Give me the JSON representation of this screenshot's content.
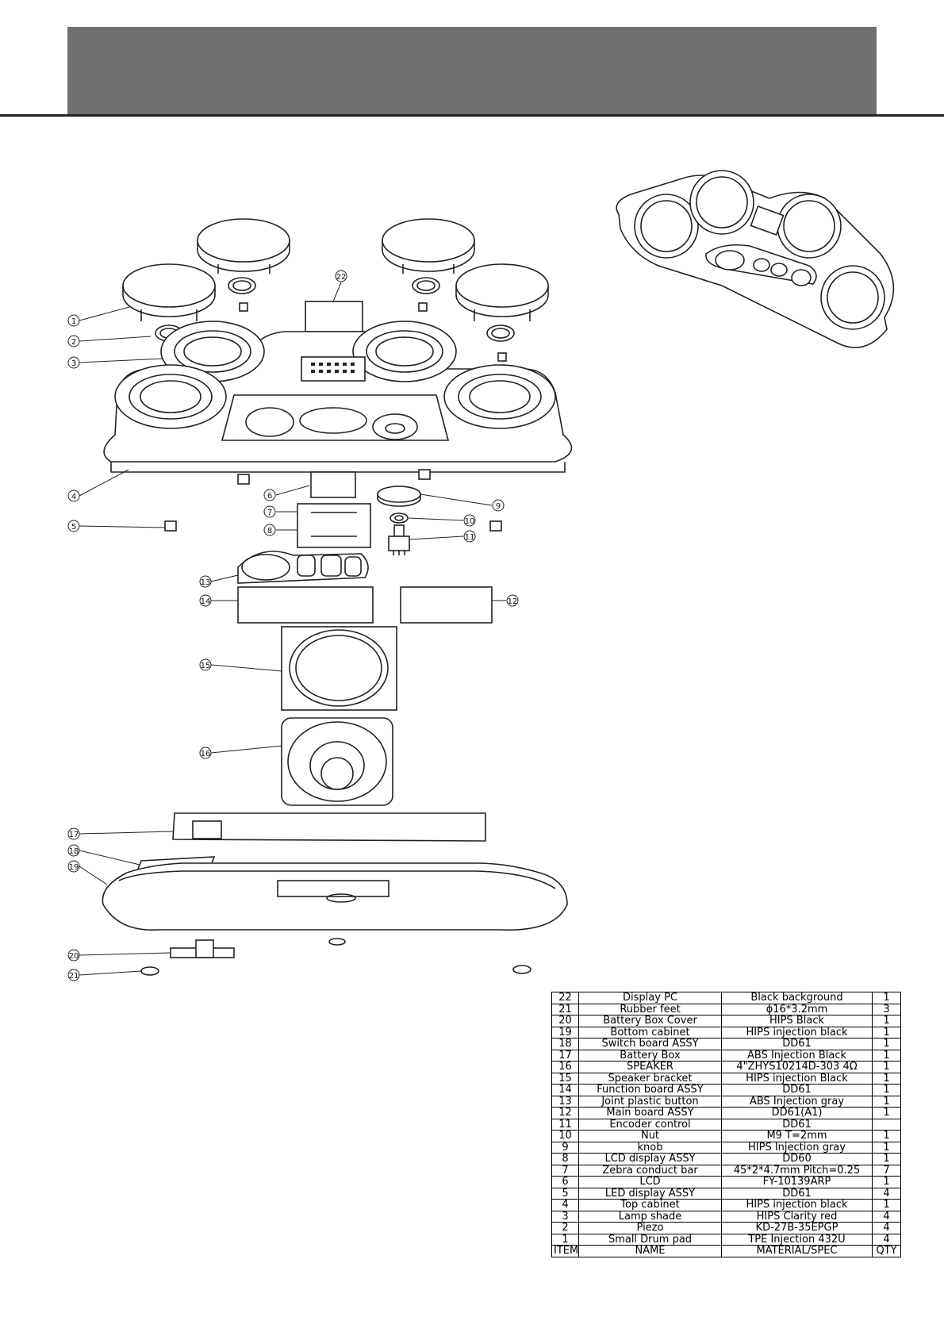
{
  "callouts": [
    "1",
    "2",
    "3",
    "4",
    "5",
    "6",
    "7",
    "8",
    "9",
    "10",
    "11",
    "12",
    "13",
    "14",
    "15",
    "16",
    "17",
    "18",
    "19",
    "20",
    "21",
    "22"
  ],
  "bom": {
    "header": {
      "item": "ITEM",
      "name": "NAME",
      "spec": "MATERIAL/SPEC",
      "qty": "QTY"
    },
    "rows": [
      {
        "item": "22",
        "name": "Display PC",
        "spec": "Black background",
        "qty": "1"
      },
      {
        "item": "21",
        "name": "Rubber feet",
        "spec": "ϕ16*3.2mm",
        "qty": "3"
      },
      {
        "item": "20",
        "name": "Battery Box Cover",
        "spec": "HIPS Black",
        "qty": "1"
      },
      {
        "item": "19",
        "name": "Bottom cabinet",
        "spec": "HIPS injection black",
        "qty": "1"
      },
      {
        "item": "18",
        "name": "Switch board ASSY",
        "spec": "DD61",
        "qty": "1"
      },
      {
        "item": "17",
        "name": "Battery Box",
        "spec": "ABS Injection Black",
        "qty": "1"
      },
      {
        "item": "16",
        "name": "SPEAKER",
        "spec": "4\"ZHYS10214D-303 4Ω",
        "qty": "1"
      },
      {
        "item": "15",
        "name": "Speaker bracket",
        "spec": "HIPS injection Black",
        "qty": "1"
      },
      {
        "item": "14",
        "name": "Function board ASSY",
        "spec": "DD61",
        "qty": "1"
      },
      {
        "item": "13",
        "name": "Joint plastic button",
        "spec": "ABS Injection gray",
        "qty": "1"
      },
      {
        "item": "12",
        "name": "Main board ASSY",
        "spec": "DD61(A1)",
        "qty": "1"
      },
      {
        "item": "11",
        "name": "Encoder control",
        "spec": "DD61",
        "qty": ""
      },
      {
        "item": "10",
        "name": "Nut",
        "spec": "M9 T=2mm",
        "qty": "1"
      },
      {
        "item": "9",
        "name": "knob",
        "spec": "HIPS Injection gray",
        "qty": "1"
      },
      {
        "item": "8",
        "name": "LCD display ASSY",
        "spec": "DD60",
        "qty": "1"
      },
      {
        "item": "7",
        "name": "Zebra conduct bar",
        "spec": "45*2*4.7mm Pitch=0.25",
        "qty": "7"
      },
      {
        "item": "6",
        "name": "LCD",
        "spec": "FY-10139ARP",
        "qty": "1"
      },
      {
        "item": "5",
        "name": "LED display ASSY",
        "spec": "DD61",
        "qty": "4"
      },
      {
        "item": "4",
        "name": "Top cabinet",
        "spec": "HIPS injection black",
        "qty": "1"
      },
      {
        "item": "3",
        "name": "Lamp shade",
        "spec": "HIPS Clarity red",
        "qty": "4"
      },
      {
        "item": "2",
        "name": "Piezo",
        "spec": "KD-27B-35EPGP",
        "qty": "4"
      },
      {
        "item": "1",
        "name": "Small Drum pad",
        "spec": "TPE Injection 432U",
        "qty": "4"
      }
    ]
  }
}
